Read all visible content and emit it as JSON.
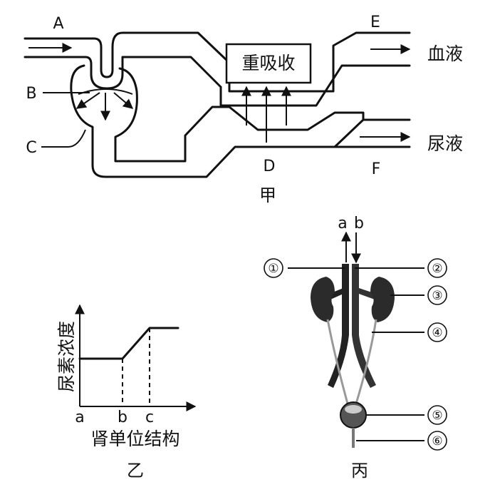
{
  "figure_jia": {
    "label_A": "A",
    "label_B": "B",
    "label_C": "C",
    "label_D": "D",
    "label_E": "E",
    "label_F": "F",
    "reabsorption_box": "重吸收",
    "output_blood": "血液",
    "output_urine": "尿液",
    "caption": "甲"
  },
  "figure_yi": {
    "caption": "乙",
    "chart_data": {
      "type": "line",
      "ylabel": "尿素浓度",
      "xlabel": "肾单位结构",
      "x_ticks": [
        "a",
        "b",
        "c"
      ],
      "segments": [
        {
          "from": "a",
          "to": "b",
          "trend": "flat",
          "level": "low"
        },
        {
          "from": "b",
          "to": "c",
          "trend": "rising"
        },
        {
          "from": "c",
          "to": "end",
          "trend": "flat",
          "level": "high"
        }
      ],
      "grid": false
    }
  },
  "figure_bing": {
    "caption": "丙",
    "label_a": "a",
    "label_b": "b",
    "markers": [
      "①",
      "②",
      "③",
      "④",
      "⑤",
      "⑥"
    ]
  }
}
